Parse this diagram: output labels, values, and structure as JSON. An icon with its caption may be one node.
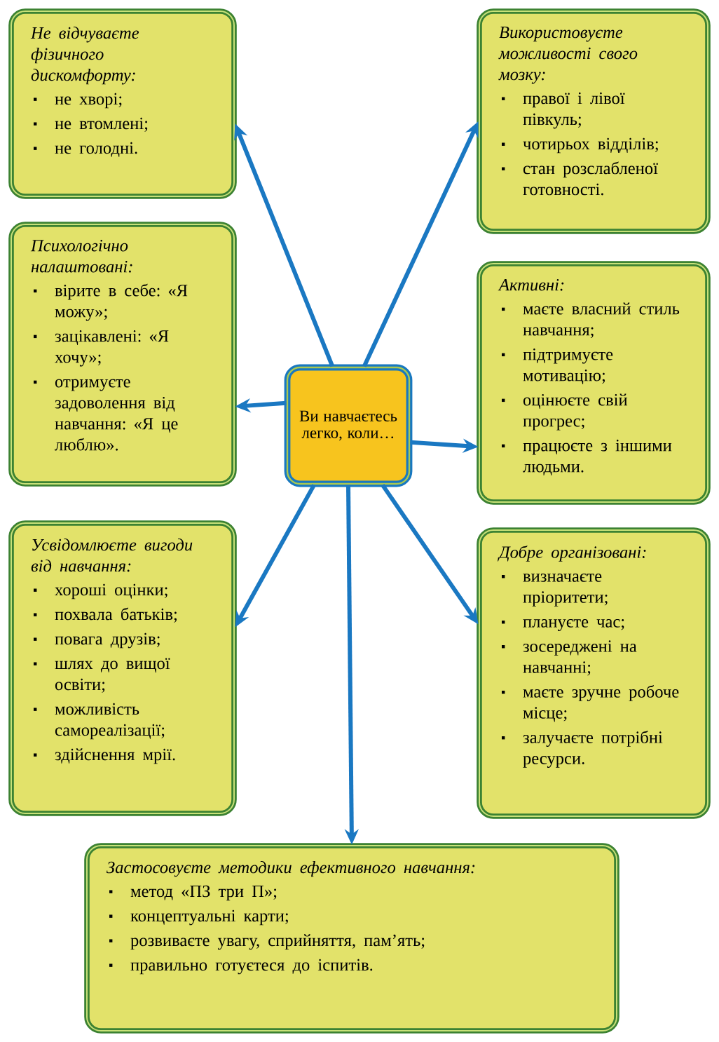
{
  "diagram": {
    "nodes": [
      {
        "text": [
          "Ви навчаєтесь легко, коли…"
        ]
      },
      {
        "text": [
          "Не відчуваєте фізичного дискомфорту:",
          "не хворі;",
          "не втомлені;",
          "не голодні."
        ]
      },
      {
        "text": [
          "Використовуєте можливості свого мозку:",
          "правої і лівої півкуль;",
          "чотирьох відділів;",
          "стан розслабленої готовності."
        ]
      },
      {
        "text": [
          "Психологічно налаштовані:",
          "вірите в себе: «Я можу»;",
          "зацікавлені: «Я хочу»;",
          "отримуєте задоволення від навчання: «Я це люблю»."
        ]
      },
      {
        "text": [
          "Активні:",
          "маєте власний стиль навчання;",
          "підтримуєте мотивацію;",
          "оцінюєте свій прогрес;",
          "працюєте з іншими людьми."
        ]
      },
      {
        "text": [
          "Усвідомлюєте вигоди від навчання:",
          "хороші оцінки;",
          "похвала батьків;",
          "повага друзів;",
          "шлях до вищої освіти;",
          "можливість самореалізації;",
          "здійснення мрії."
        ]
      },
      {
        "text": [
          "Добре організовані:",
          "визначаєте пріоритети;",
          "плануєте час;",
          "зосереджені на навчанні;",
          "маєте зручне робоче місце;",
          "залучаєте потрібні ресурси."
        ]
      },
      {
        "text": [
          "Застосовуєте методики ефективного навчання:",
          "метод «ПЗ три П»;",
          "концептуальні карти;",
          "розвиваєте увагу, сприйняття, пам’ять;",
          "правильно готуєтеся до іспитів."
        ]
      }
    ],
    "edges": [
      {
        "from": 0,
        "to": 1,
        "arrow": "to"
      },
      {
        "from": 0,
        "to": 2,
        "arrow": "to"
      },
      {
        "from": 0,
        "to": 3,
        "arrow": "to"
      },
      {
        "from": 0,
        "to": 4,
        "arrow": "to"
      },
      {
        "from": 0,
        "to": 5,
        "arrow": "to"
      },
      {
        "from": 0,
        "to": 6,
        "arrow": "to"
      },
      {
        "from": 0,
        "to": 7,
        "arrow": "to"
      }
    ]
  }
}
